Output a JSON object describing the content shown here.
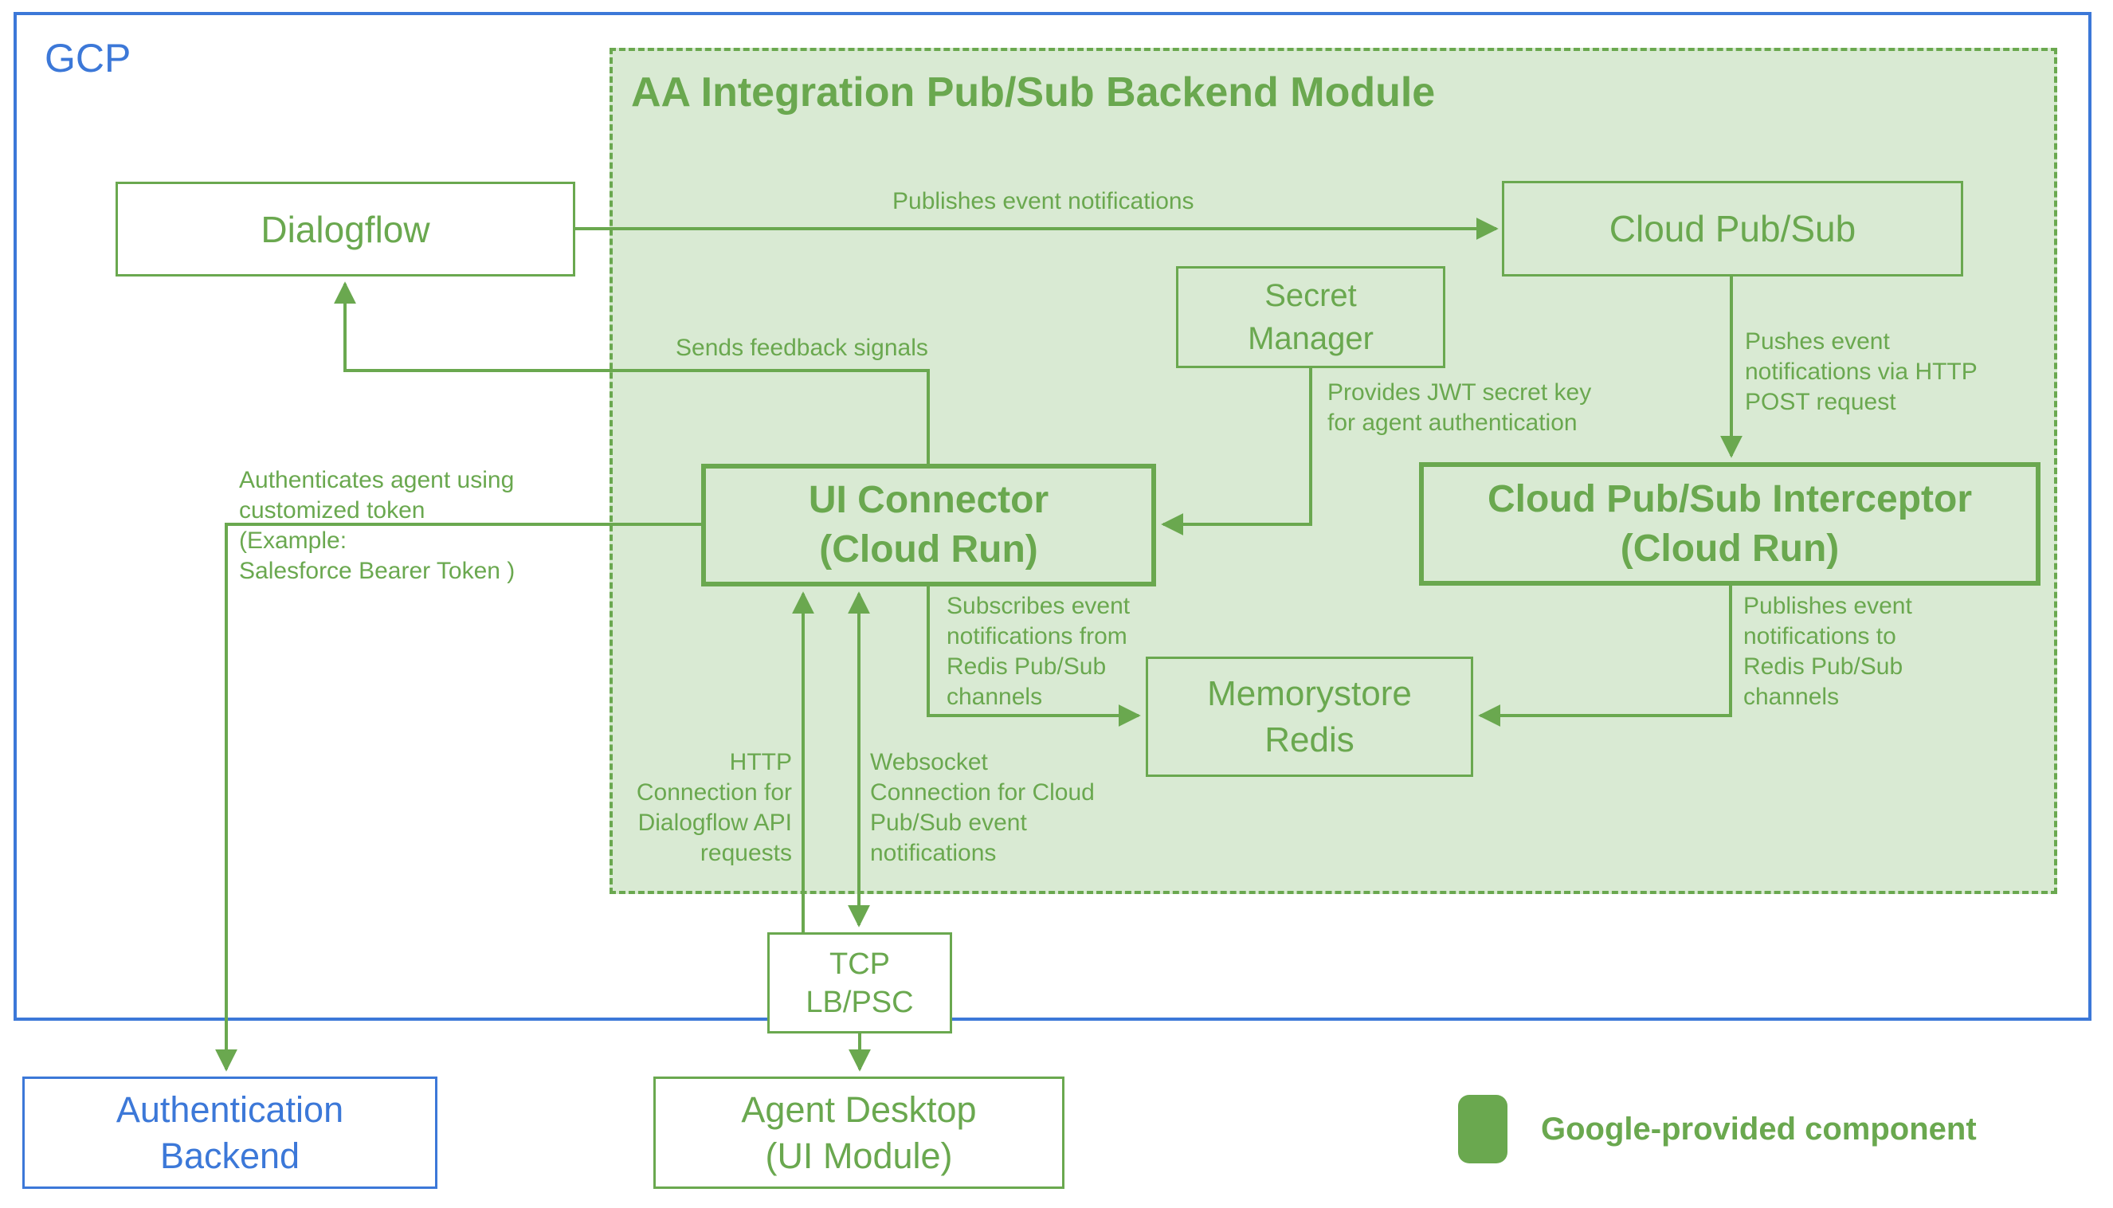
{
  "colors": {
    "green_stroke": "#6aa84f",
    "green_fill": "#d9ead3",
    "blue": "#3c78d8",
    "white": "#ffffff"
  },
  "gcp": {
    "label": "GCP"
  },
  "module": {
    "title": "AA Integration Pub/Sub Backend Module"
  },
  "nodes": {
    "dialogflow": {
      "label": "Dialogflow"
    },
    "cloud_pubsub": {
      "label": "Cloud Pub/Sub"
    },
    "secret_manager": {
      "label": "Secret\nManager"
    },
    "ui_connector": {
      "label": "UI Connector\n(Cloud Run)"
    },
    "interceptor": {
      "label": "Cloud Pub/Sub Interceptor\n(Cloud Run)"
    },
    "memorystore": {
      "label": "Memorystore\nRedis"
    },
    "tcp_lb": {
      "label": "TCP\nLB/PSC"
    },
    "agent_desktop": {
      "label": "Agent Desktop\n(UI Module)"
    },
    "auth_backend": {
      "label": "Authentication\nBackend"
    }
  },
  "edges": {
    "publishes_events": "Publishes event notifications",
    "sends_feedback": "Sends feedback signals",
    "pushes_events": "Pushes event\nnotifications via HTTP\nPOST request",
    "provides_jwt": "Provides JWT secret key\nfor agent authentication",
    "authenticates": "Authenticates agent using\ncustomized token\n(Example:\nSalesforce Bearer Token )",
    "subscribes": "Subscribes event\nnotifications from\nRedis Pub/Sub\nchannels",
    "publishes_redis": "Publishes event\nnotifications to\nRedis Pub/Sub\nchannels",
    "http_conn": "HTTP\nConnection for\nDialogflow API\nrequests",
    "websocket_conn": "Websocket\nConnection for Cloud\nPub/Sub event\nnotifications"
  },
  "legend": {
    "label": "Google-provided component"
  }
}
